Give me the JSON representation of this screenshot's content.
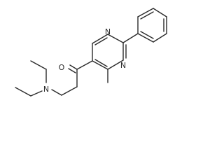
{
  "molecule": {
    "atoms": {
      "oxygen": "O",
      "nitrogen_amine": "N",
      "nitrogen_ring_top": "N",
      "nitrogen_ring_bottom": "N"
    }
  }
}
